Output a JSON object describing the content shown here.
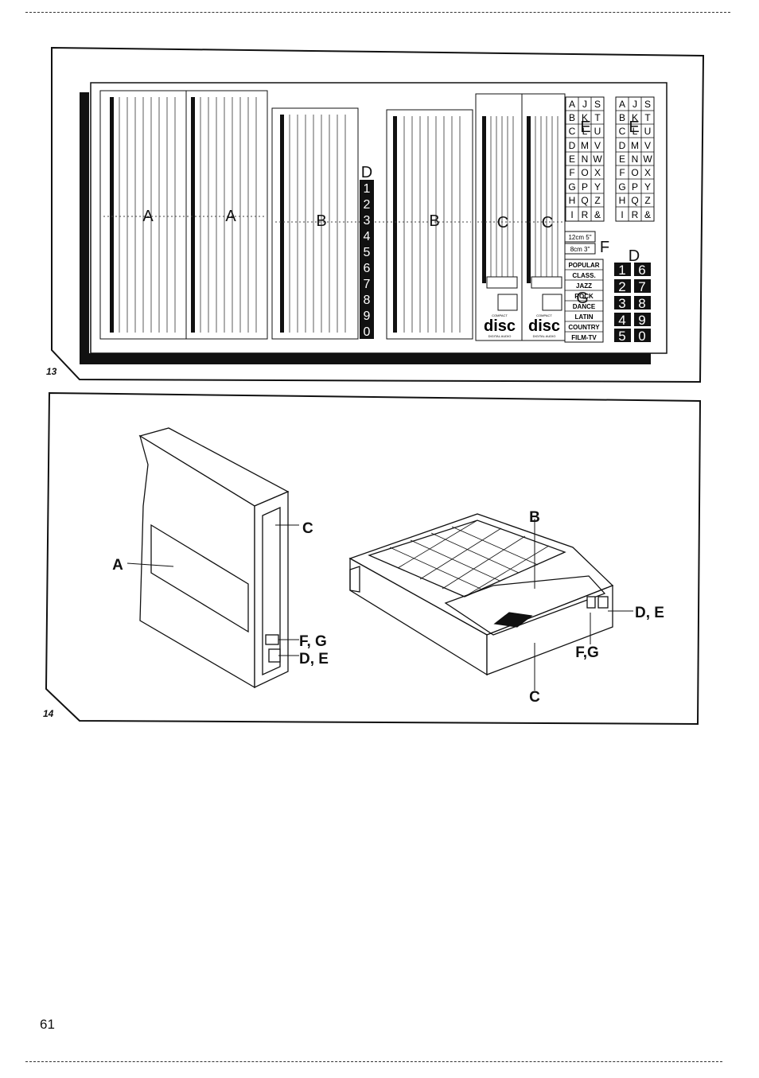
{
  "figures": [
    {
      "number": "13",
      "labels": {
        "a1": "A",
        "a2": "A",
        "b1": "B",
        "b2": "B",
        "c1": "C",
        "c2": "C",
        "d_top": "D",
        "d_right": "D",
        "e1": "E",
        "e2": "E",
        "f": "F",
        "g": "G"
      },
      "digits_strip": [
        "1",
        "2",
        "3",
        "4",
        "5",
        "6",
        "7",
        "8",
        "9",
        "0"
      ],
      "alpha_grid": [
        [
          "A",
          "J",
          "S"
        ],
        [
          "B",
          "K",
          "T"
        ],
        [
          "C",
          "L",
          "U"
        ],
        [
          "D",
          "M",
          "V"
        ],
        [
          "E",
          "N",
          "W"
        ],
        [
          "F",
          "O",
          "X"
        ],
        [
          "G",
          "P",
          "Y"
        ],
        [
          "H",
          "Q",
          "Z"
        ],
        [
          "I",
          "R",
          "&"
        ]
      ],
      "size_labels": [
        "12cm 5\"",
        "8cm 3\""
      ],
      "genres": [
        "POPULAR",
        "CLASS.",
        "JAZZ",
        "ROCK",
        "DANCE",
        "LATIN",
        "COUNTRY",
        "FILM-TV"
      ],
      "digit_grid": [
        [
          "1",
          "6"
        ],
        [
          "2",
          "7"
        ],
        [
          "3",
          "8"
        ],
        [
          "4",
          "9"
        ],
        [
          "5",
          "0"
        ]
      ],
      "disc_logo": {
        "top": "COMPACT",
        "main": "disc",
        "bottom": "DIGITAL AUDIO"
      }
    },
    {
      "number": "14",
      "labels": {
        "a": "A",
        "c_left": "C",
        "fg_left": "F, G",
        "de_left": "D, E",
        "b": "B",
        "de_right": "D, E",
        "fg_right": "F,G",
        "c_bottom": "C"
      }
    }
  ],
  "page_number": "61"
}
